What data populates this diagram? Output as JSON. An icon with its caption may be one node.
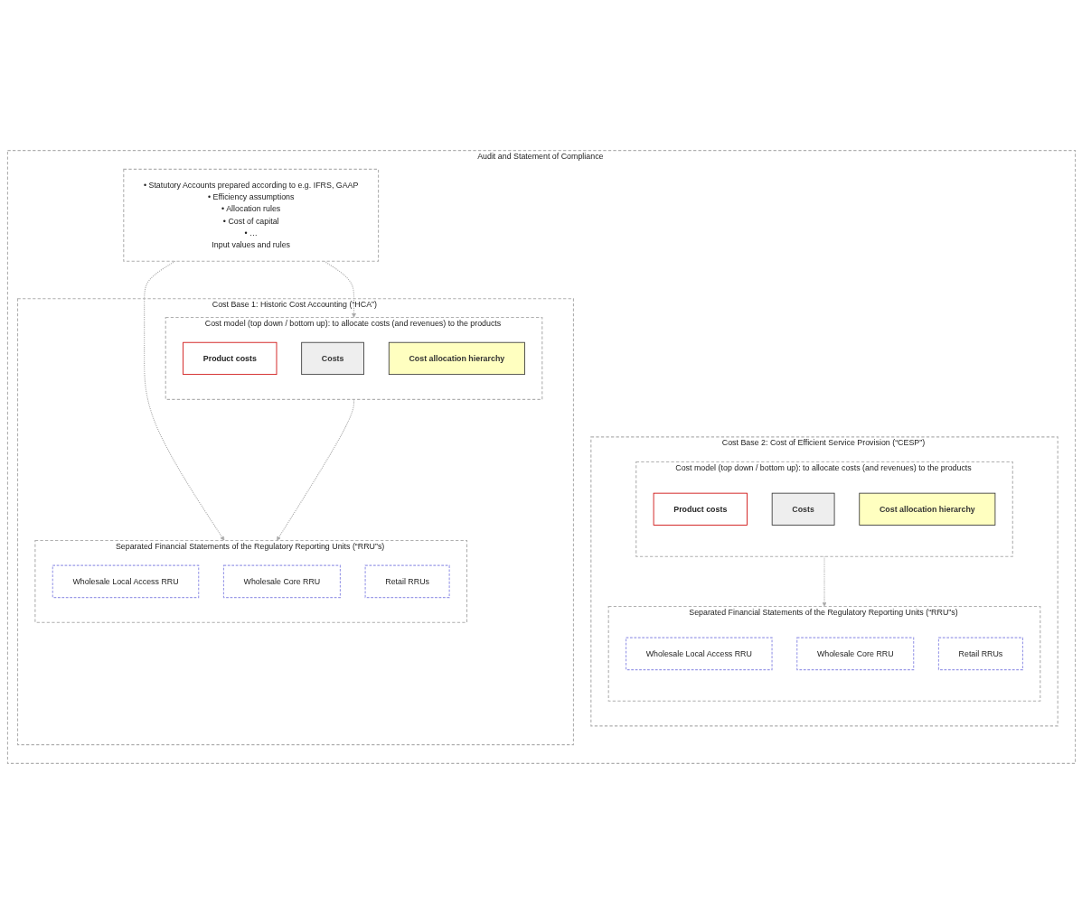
{
  "diagram": {
    "nodes": [
      {
        "text": [
          "Audit and Statement of Compliance"
        ]
      },
      {
        "text": [
          "• Statutory Accounts prepared according to e.g. IFRS, GAAP",
          "• Efficiency assumptions",
          "• Allocation rules",
          "• Cost of capital",
          "• …",
          "Input values and rules"
        ],
        "in": 0
      },
      {
        "text": [
          "Cost Base 1: Historic Cost Accounting (“HCA”)"
        ],
        "in": 0
      },
      {
        "text": [
          "Separated Financial Statements of the Regulatory Reporting Units (“RRU”s)"
        ],
        "in": 2
      },
      {
        "text": [
          "Wholesale Local Access RRU"
        ],
        "in": 3
      },
      {
        "text": [
          "Wholesale Core RRU"
        ],
        "in": 3
      },
      {
        "text": [
          "Retail RRUs"
        ],
        "in": 3
      },
      {
        "text": [
          "Cost model (top down / bottom up): to allocate costs (and revenues) to the products"
        ],
        "in": 2
      },
      {
        "text": [
          "Product costs"
        ],
        "in": 7
      },
      {
        "text": [
          "Costs"
        ],
        "in": 7
      },
      {
        "text": [
          "Cost allocation hierarchy"
        ],
        "in": 7
      },
      {
        "text": [
          "Cost Base 2: Cost of Efficient Service Provision (“CESP”)"
        ],
        "in": 0
      },
      {
        "text": [
          "Separated Financial Statements of the Regulatory Reporting Units (“RRU”s)"
        ],
        "in": 11
      },
      {
        "text": [
          "Wholesale Local Access RRU"
        ],
        "in": 12
      },
      {
        "text": [
          "Wholesale Core RRU"
        ],
        "in": 12
      },
      {
        "text": [
          "Retail RRUs"
        ],
        "in": 12
      },
      {
        "text": [
          "Cost model (top down / bottom up): to allocate costs (and revenues) to the products"
        ],
        "in": 11
      },
      {
        "text": [
          "Product costs"
        ],
        "in": 16
      },
      {
        "text": [
          "Costs"
        ],
        "in": 16
      },
      {
        "text": [
          "Cost allocation hierarchy"
        ],
        "in": 16
      }
    ],
    "edges": [
      {
        "from": 1,
        "to": 3,
        "arrow": "to",
        "style": "dashed"
      },
      {
        "from": 1,
        "to": 7,
        "arrow": "to",
        "style": "dashed"
      },
      {
        "from": 7,
        "to": 3,
        "arrow": "to",
        "style": "dashed"
      },
      {
        "from": 16,
        "to": 12,
        "arrow": "to",
        "style": "dashed"
      }
    ]
  }
}
